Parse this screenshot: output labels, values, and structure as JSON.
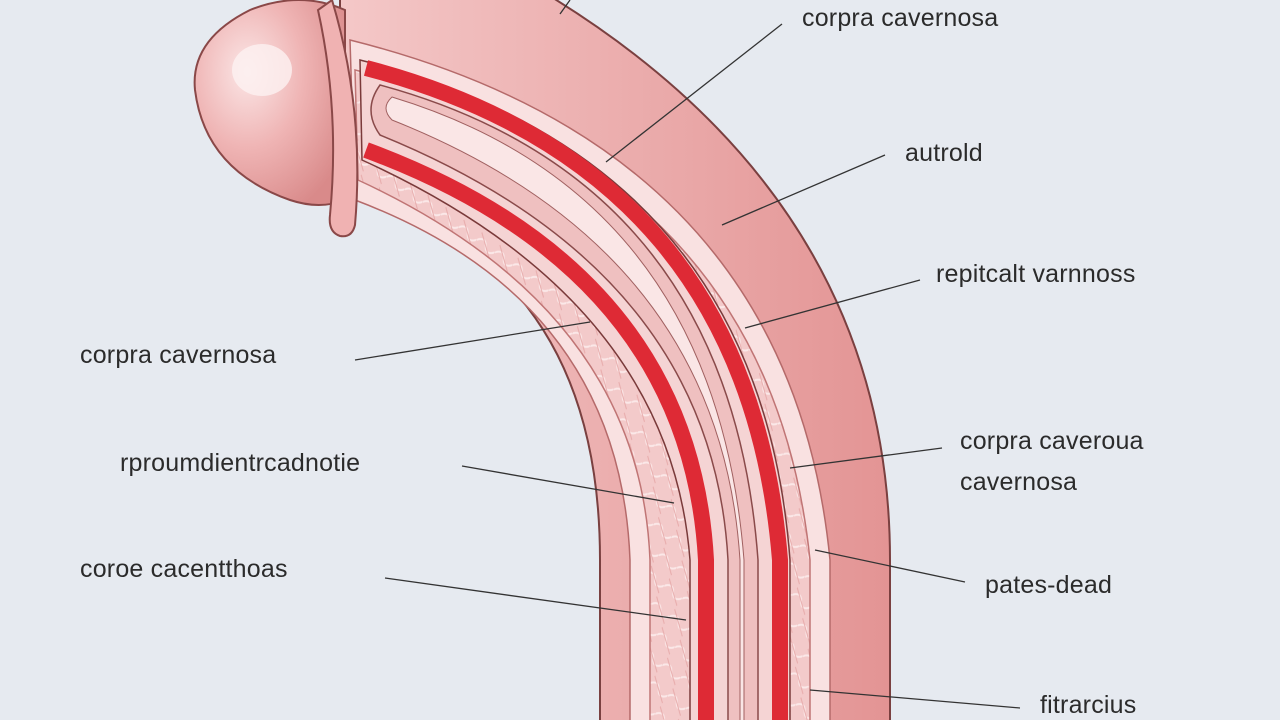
{
  "diagram": {
    "labels": [
      {
        "id": "l1",
        "text": "corpra cavernosa"
      },
      {
        "id": "l2",
        "text": "autrold"
      },
      {
        "id": "l3",
        "text": "repitcalt varnnoss"
      },
      {
        "id": "l4",
        "text": "corpra cavernosa"
      },
      {
        "id": "l5_line1",
        "text": "corpra caveroua"
      },
      {
        "id": "l5_line2",
        "text": "cavernosa"
      },
      {
        "id": "l6",
        "text": "rproumdientrcadnotie"
      },
      {
        "id": "l7",
        "text": "coroe cacentthoas"
      },
      {
        "id": "l8",
        "text": "pates-dead"
      },
      {
        "id": "l9",
        "text": "fitrarcius"
      }
    ]
  }
}
